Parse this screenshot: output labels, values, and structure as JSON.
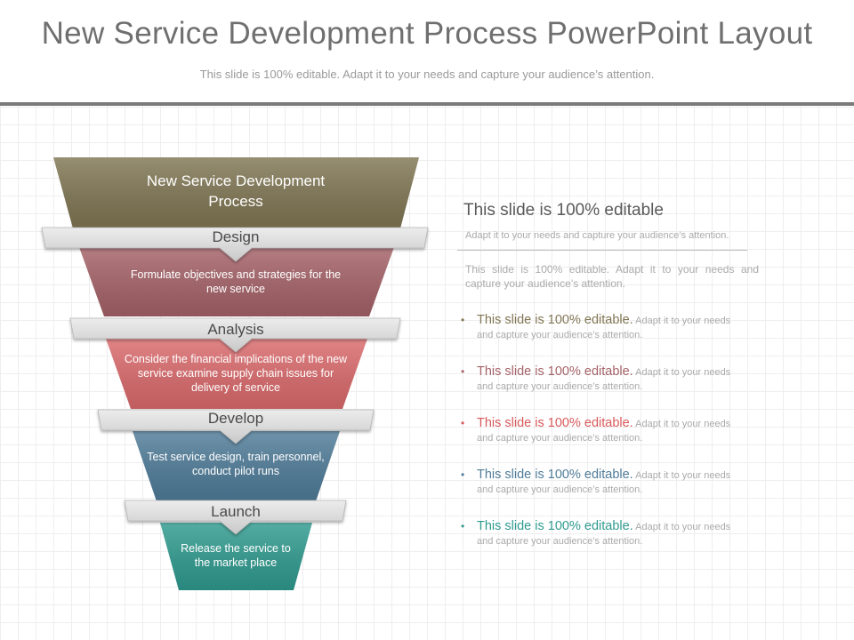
{
  "header": {
    "title": "New Service Development Process PowerPoint Layout",
    "subtitle": "This slide is 100% editable. Adapt it to your needs and capture your audience’s attention."
  },
  "funnel": {
    "top_label": "New Service Development Process",
    "stages": [
      {
        "name": "Design",
        "description": "Formulate objectives and strategies for the new service",
        "color": "#a56268"
      },
      {
        "name": "Analysis",
        "description": "Consider the financial implications of the new service examine supply chain issues for delivery of service",
        "color": "#db6a6c"
      },
      {
        "name": "Develop",
        "description": "Test service design, train personnel, conduct pilot runs",
        "color": "#4f7c99"
      },
      {
        "name": "Launch",
        "description": "Release the service to the market place",
        "color": "#2f9b8f"
      }
    ],
    "top_color": "#807653",
    "banner_color": "#d4d4d4"
  },
  "panel": {
    "title": "This slide is 100% editable",
    "subtitle": "Adapt it to your needs and capture your audience’s attention.",
    "paragraph": "This slide is 100% editable. Adapt it to your needs and capture your audience’s attention.",
    "bullets": [
      {
        "lead": "This slide is 100% editable.",
        "rest": "Adapt it to your needs and capture your audience’s attention.",
        "color": "#807653"
      },
      {
        "lead": "This slide is 100% editable.",
        "rest": "Adapt it to your needs and capture your audience’s attention.",
        "color": "#a56268"
      },
      {
        "lead": "This slide is 100% editable.",
        "rest": "Adapt it to your needs and capture your audience’s attention.",
        "color": "#d9595b"
      },
      {
        "lead": "This slide is 100% editable.",
        "rest": "Adapt it to your needs and capture your audience’s attention.",
        "color": "#4f7c99"
      },
      {
        "lead": "This slide is 100% editable.",
        "rest": "Adapt it to your needs and capture your audience’s attention.",
        "color": "#2f9b8f"
      }
    ]
  }
}
